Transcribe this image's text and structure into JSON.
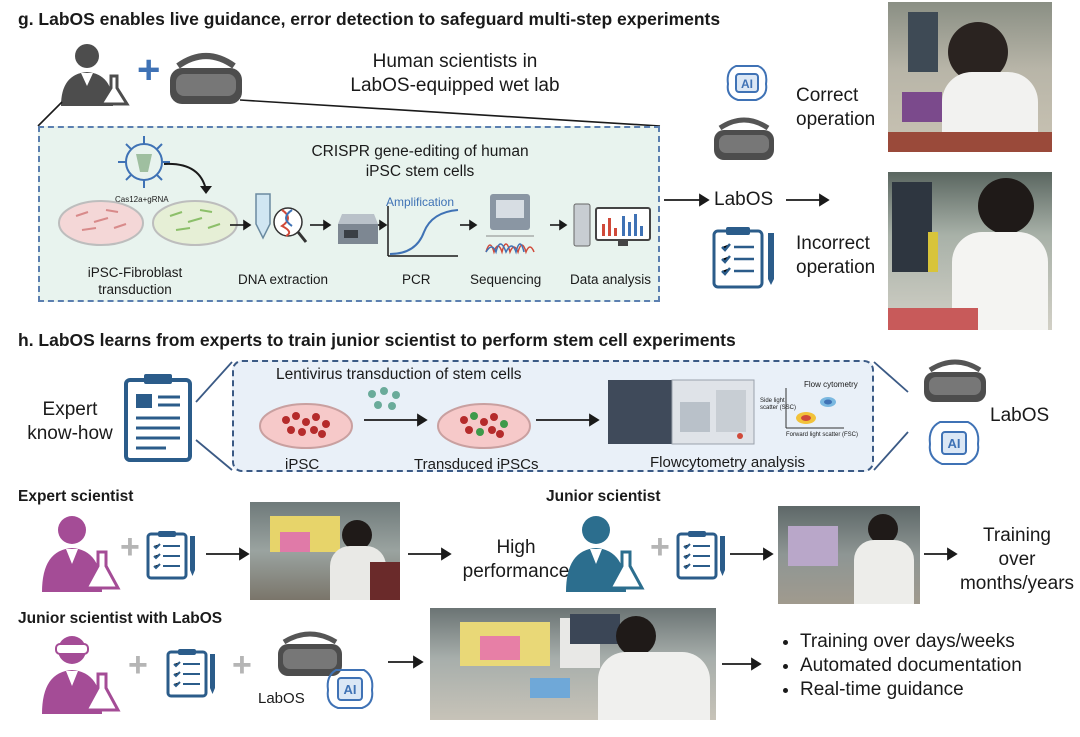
{
  "section_g": {
    "title": "g. LabOS enables live guidance, error detection to safeguard multi-step experiments",
    "human_label_line1": "Human scientists in",
    "human_label_line2": "LabOS-equipped wet lab",
    "crispr_line1": "CRISPR gene-editing of human",
    "crispr_line2": "iPSC stem cells",
    "cas_label": "Cas12a+gRNA",
    "amplification": "Amplification",
    "steps": {
      "fibro_line1": "iPSC-Fibroblast",
      "fibro_line2": "transduction",
      "dna": "DNA extraction",
      "pcr": "PCR",
      "seq": "Sequencing",
      "data": "Data analysis"
    },
    "labos": "LabOS",
    "ai": "AI",
    "correct_line1": "Correct",
    "correct_line2": "operation",
    "incorrect_line1": "Incorrect",
    "incorrect_line2": "operation"
  },
  "section_h": {
    "title": "h. LabOS learns from experts to train junior scientist to perform stem cell experiments",
    "expert_line1": "Expert",
    "expert_line2": "know-how",
    "lenti": "Lentivirus transduction of stem cells",
    "ipsc": "iPSC",
    "transduced": "Transduced iPSCs",
    "flow_analysis": "Flowcytometry analysis",
    "flow_title": "Flow cytometry",
    "flow_y": "Side light scatter (SSC)",
    "flow_x": "Forward light scatter (FSC)",
    "labos": "LabOS",
    "ai": "AI"
  },
  "rows": {
    "expert_title": "Expert scientist",
    "high_line1": "High",
    "high_line2": "performance",
    "junior_title": "Junior scientist",
    "training_line1": "Training",
    "training_line2": "over",
    "training_line3": "months/years",
    "junior_labos_title": "Junior scientist with LabOS",
    "labos": "LabOS",
    "ai": "AI",
    "bullets": [
      "Training over days/weeks",
      "Automated documentation",
      "Real-time guidance"
    ]
  },
  "colors": {
    "dashed_border": "#5b7fb0",
    "panel_green": "#e8f3ee",
    "panel_blue": "#e9f0f8",
    "icon_gray": "#4d4d4d",
    "icon_blue": "#3f72b5",
    "expert_purple": "#a44c96",
    "junior_teal": "#2c6e8e",
    "plus_gray": "#b5b5b5"
  }
}
